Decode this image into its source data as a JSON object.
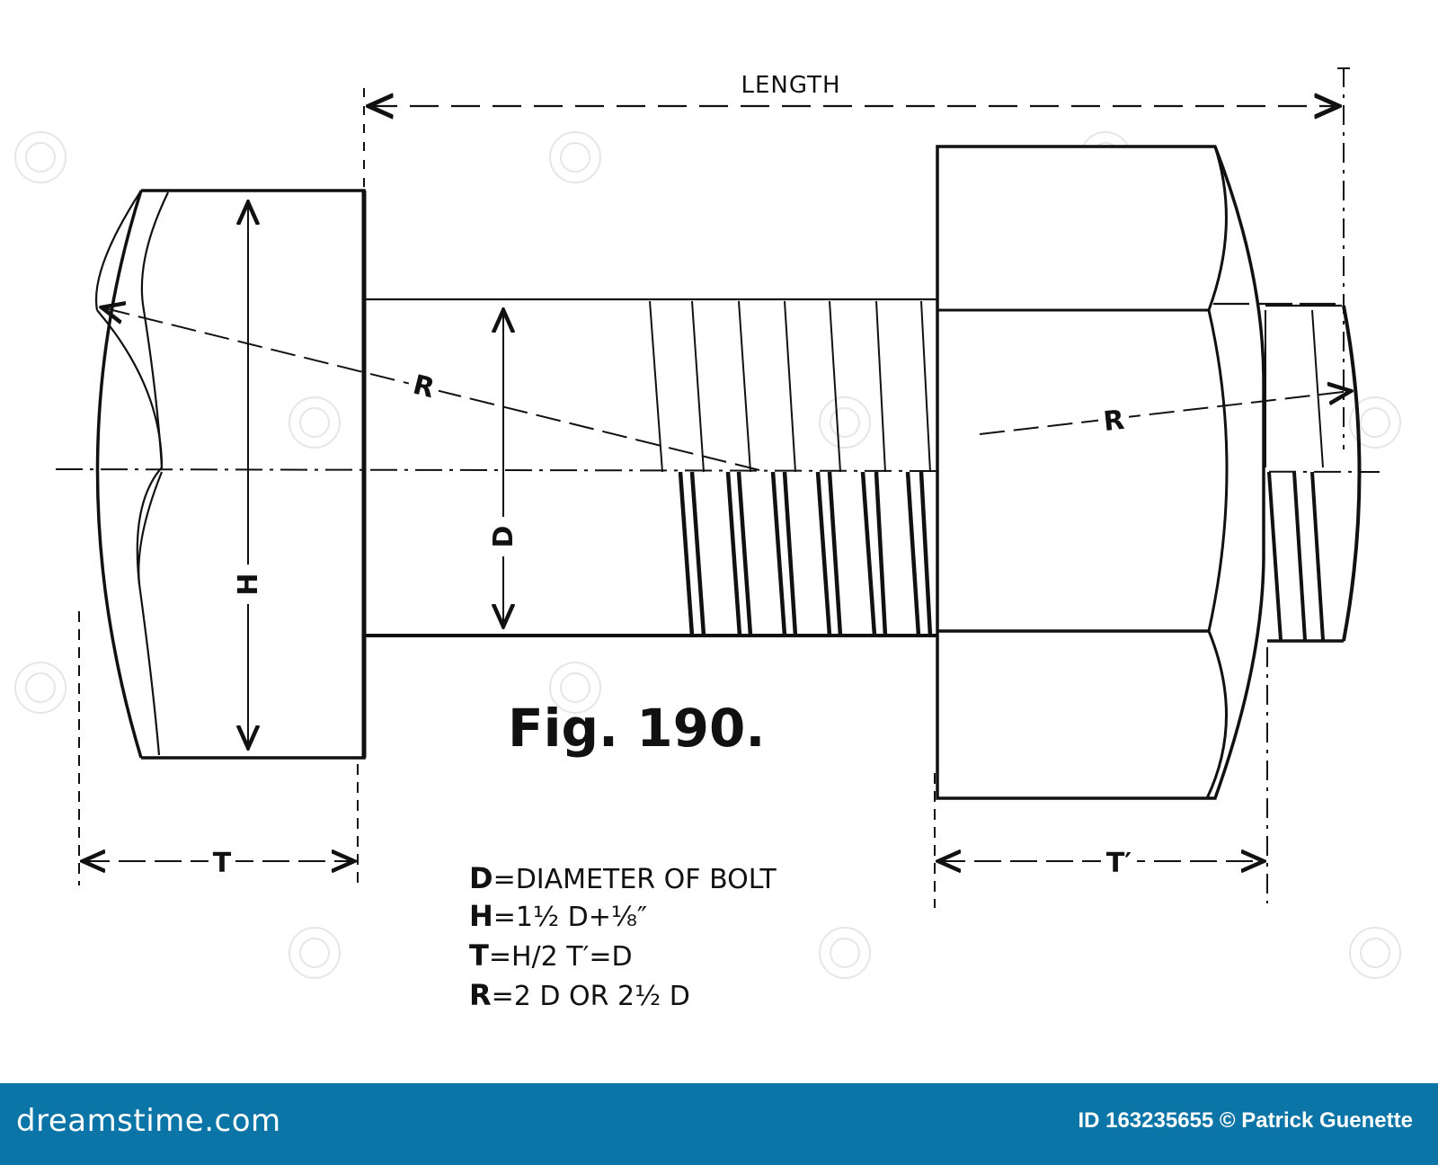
{
  "diagram": {
    "length_label": "LENGTH",
    "radius_label_head": "R",
    "radius_label_end": "R",
    "diameter_label": "D",
    "head_height_label": "H",
    "head_thickness_label": "T",
    "nut_thickness_label": "T′",
    "figure_title": "Fig. 190."
  },
  "formulas": [
    {
      "var": "D",
      "text": "=DIAMETER OF BOLT"
    },
    {
      "var": "H",
      "text": "=1½ D+⅛″"
    },
    {
      "var": "T",
      "text": "=H/2   T′=D"
    },
    {
      "var": "R",
      "text": "=2 D OR 2½ D"
    }
  ],
  "footer": {
    "brand": "dreamstime.com",
    "stock_id": "ID 163235655 © Patrick Guenette"
  }
}
